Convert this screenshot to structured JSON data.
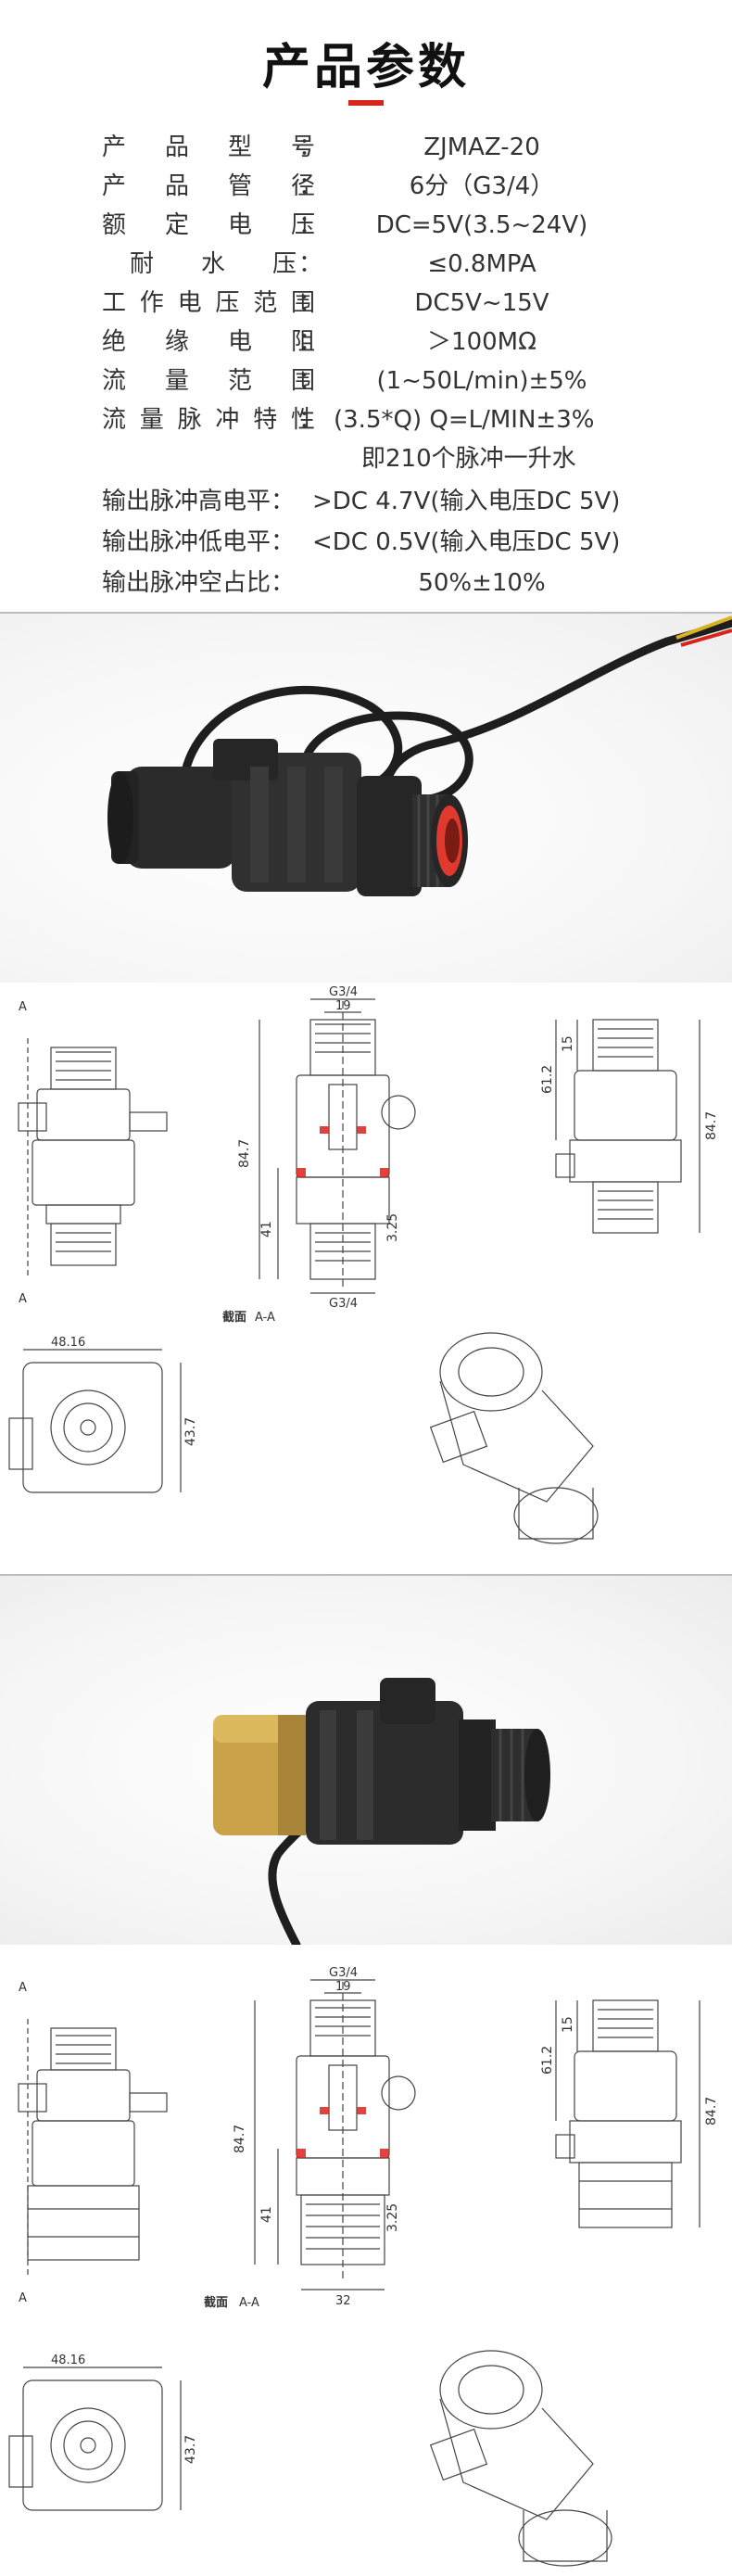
{
  "page_title": "产品参数",
  "params": [
    {
      "label": "产品型号",
      "colon": "：",
      "value": "ZJMAZ-20"
    },
    {
      "label": "产品管径",
      "colon": "：",
      "value": "6分（G3/4）"
    },
    {
      "label": "额定电压",
      "colon": "：",
      "value": "DC=5V(3.5~24V)"
    },
    {
      "label": "耐水压",
      "colon": "：",
      "value": "≤0.8MPA"
    },
    {
      "label": "工作电压范围",
      "colon": "：",
      "value": "DC5V~15V"
    },
    {
      "label": "绝缘电阻",
      "colon": "：",
      "value": "＞100MΩ"
    },
    {
      "label": "流量范围",
      "colon": "：",
      "value": "(1~50L/min)±5%"
    },
    {
      "label": "流量脉冲特性",
      "colon": "：",
      "value": "(3.5*Q) Q=L/MIN±3%",
      "value2": "即210个脉冲一升水"
    },
    {
      "label": "输出脉冲高电平：",
      "value": "&gt;DC 4.7V(输入电压DC 5V)"
    },
    {
      "label": "输出脉冲低电平：",
      "value": "&lt;DC 0.5V(输入电压DC 5V)"
    },
    {
      "label": "输出脉冲空占比：",
      "value": "50%±10%"
    }
  ],
  "drawing1": {
    "section_label": "截面",
    "section_name": "A-A",
    "cut_mark": "A",
    "dim_thread_top": "G3/4",
    "dim_19": "19",
    "dim_height": "84.7",
    "dim_41": "41",
    "dim_325": "3.25",
    "dim_thread_bottom": "G3/4",
    "dim_612": "61.2",
    "dim_15": "15",
    "dim_height_right": "84.7",
    "dim_4816": "48.16",
    "dim_437": "43.7"
  },
  "drawing2": {
    "section_label": "截面",
    "section_name": "A-A",
    "cut_mark": "A",
    "dim_thread_top": "G3/4",
    "dim_19": "19",
    "dim_height": "84.7",
    "dim_41": "41",
    "dim_325": "3.25",
    "dim_32": "32",
    "dim_612": "61.2",
    "dim_15": "15",
    "dim_height_right": "84.7",
    "dim_4816": "48.16",
    "dim_437": "43.7"
  },
  "colors": {
    "accent": "#d9241c",
    "sensor_body": "#2a2a2a",
    "brass": "#c9a24a",
    "ring": "#e03a2f"
  }
}
